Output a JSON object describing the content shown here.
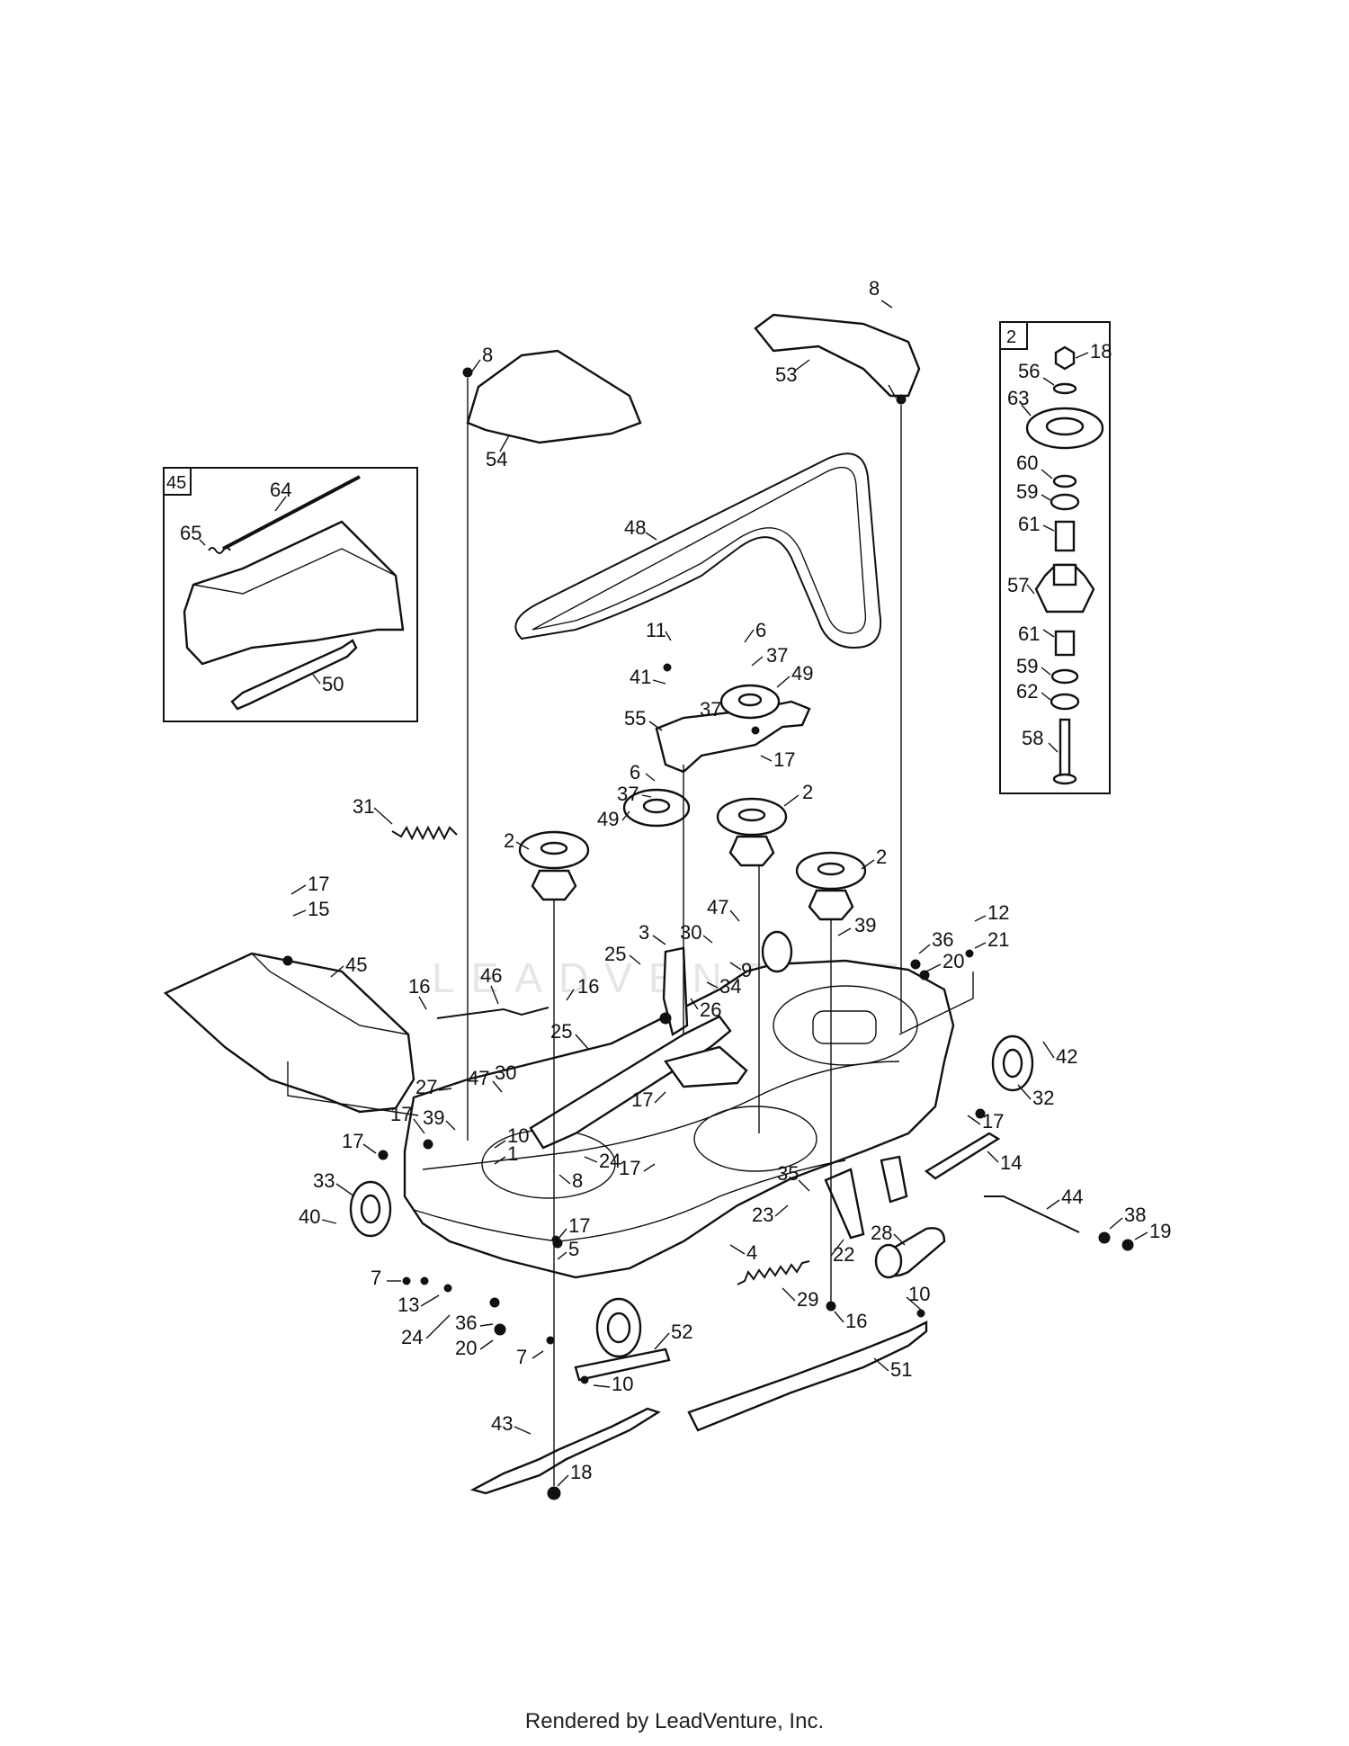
{
  "footer": "Rendered by LeadVenture, Inc.",
  "watermark": "LEADVENTURE",
  "callouts": {
    "c1": "1",
    "c2a": "2",
    "c2b": "2",
    "c2c": "2",
    "c3": "3",
    "c4": "4",
    "c5": "5",
    "c6a": "6",
    "c6b": "6",
    "c7a": "7",
    "c7b": "7",
    "c8a": "8",
    "c8b": "8",
    "c8c": "8",
    "c9": "9",
    "c10a": "10",
    "c10b": "10",
    "c10c": "10",
    "c11": "11",
    "c12": "12",
    "c13": "13",
    "c14": "14",
    "c15": "15",
    "c16a": "16",
    "c16b": "16",
    "c16c": "16",
    "c17a": "17",
    "c17b": "17",
    "c17c": "17",
    "c17d": "17",
    "c17e": "17",
    "c17f": "17",
    "c17g": "17",
    "c17h": "17",
    "c18": "18",
    "c19": "19",
    "c20a": "20",
    "c20b": "20",
    "c21": "21",
    "c22": "22",
    "c23": "23",
    "c24a": "24",
    "c24b": "24",
    "c25a": "25",
    "c25b": "25",
    "c26": "26",
    "c27": "27",
    "c28": "28",
    "c29": "29",
    "c30a": "30",
    "c30b": "30",
    "c31": "31",
    "c32": "32",
    "c33": "33",
    "c34": "34",
    "c35": "35",
    "c36a": "36",
    "c36b": "36",
    "c37a": "37",
    "c37b": "37",
    "c37c": "37",
    "c38": "38",
    "c39a": "39",
    "c39b": "39",
    "c40": "40",
    "c41": "41",
    "c42": "42",
    "c43": "43",
    "c44": "44",
    "c45": "45",
    "c46": "46",
    "c47a": "47",
    "c47b": "47",
    "c48": "48",
    "c49a": "49",
    "c49b": "49",
    "c51": "51",
    "c52": "52",
    "c53": "53",
    "c54": "54",
    "c55": "55"
  },
  "inset_spindle": {
    "box_label": "2",
    "callouts": {
      "s18": "18",
      "s56": "56",
      "s63": "63",
      "s60": "60",
      "s59a": "59",
      "s61a": "61",
      "s57": "57",
      "s61b": "61",
      "s59b": "59",
      "s62": "62",
      "s58": "58"
    }
  },
  "inset_chute": {
    "box_label": "45",
    "callouts": {
      "h64": "64",
      "h65": "65",
      "h50": "50"
    }
  }
}
